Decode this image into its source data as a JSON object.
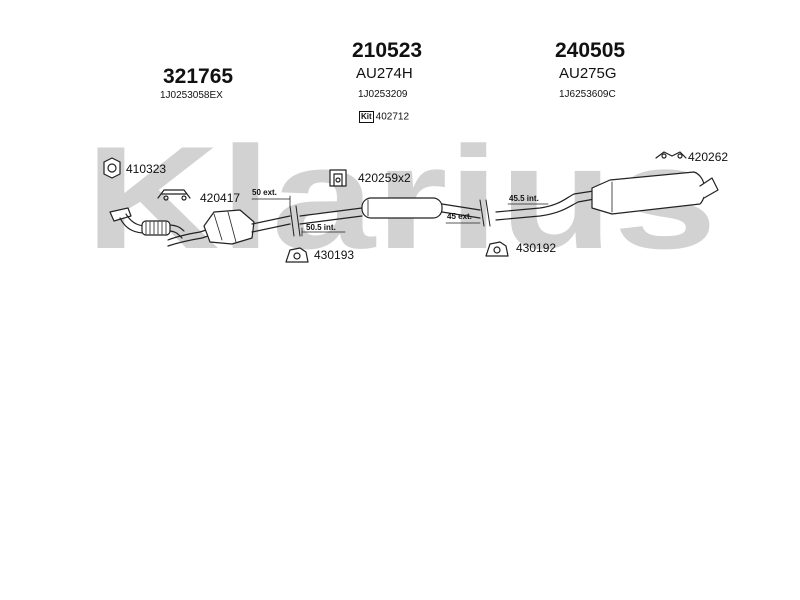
{
  "brand": {
    "watermark": "Klarius"
  },
  "groups": [
    {
      "id": "g1",
      "number": "321765",
      "code": "",
      "oe": "1J0253058EX"
    },
    {
      "id": "g2",
      "number": "210523",
      "code": "AU274H",
      "oe": "1J0253209",
      "kit_badge": "Kit",
      "kit_number": "402712"
    },
    {
      "id": "g3",
      "number": "240505",
      "code": "AU275G",
      "oe": "1J6253609C"
    }
  ],
  "parts": {
    "p410323": "410323",
    "p420417": "420417",
    "p420259": "420259x2",
    "p420262": "420262",
    "p430193": "430193",
    "p430192": "430192"
  },
  "dimensions": {
    "d50ext": "50 ext.",
    "d50_5int": "50.5 int.",
    "d45ext": "45 ext.",
    "d45_5int": "45.5 int."
  },
  "colors": {
    "watermark": "#d2d2d2",
    "line": "#222222"
  }
}
